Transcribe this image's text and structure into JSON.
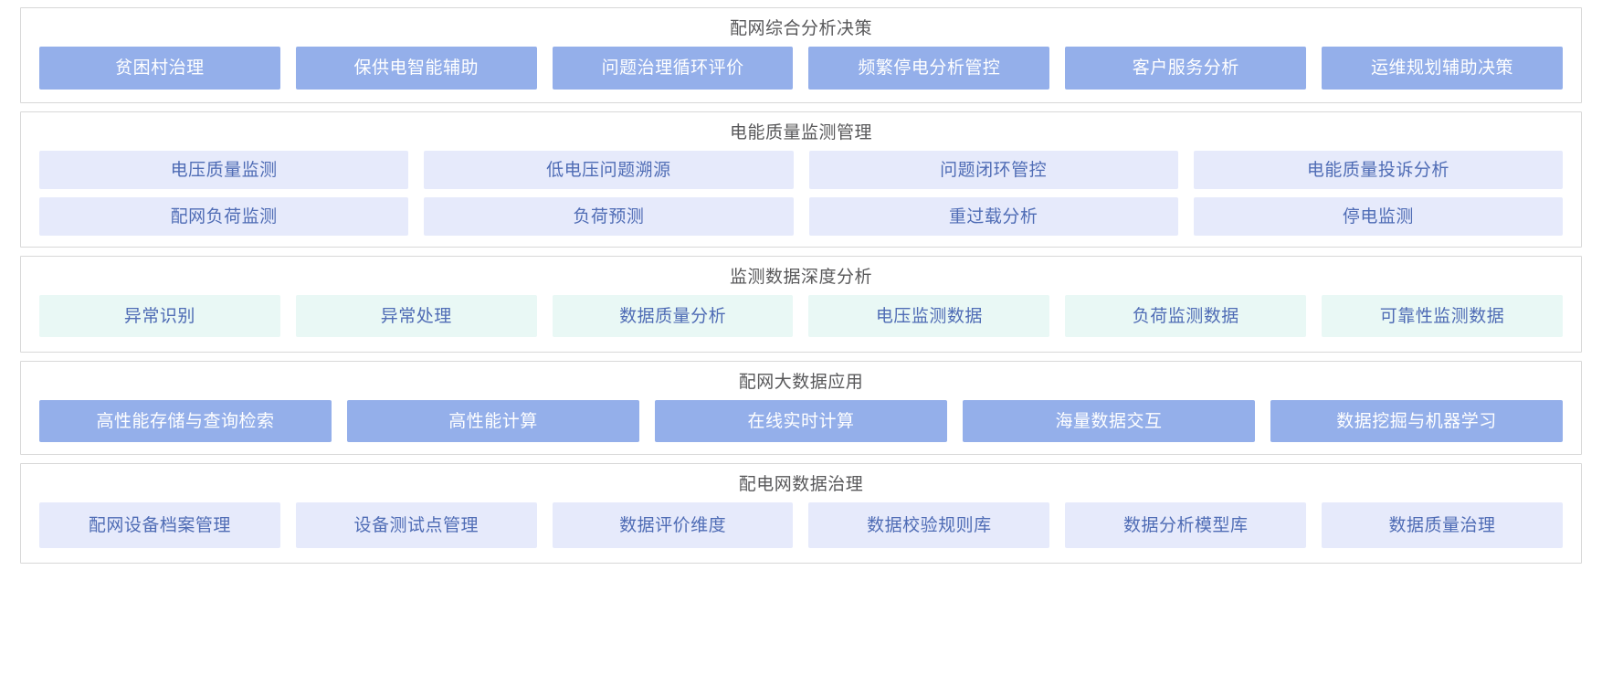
{
  "page": {
    "background": "#ffffff",
    "accent_solid": "#94afea",
    "accent_lavender": "#e6eafb",
    "accent_mint": "#e9f8f5",
    "text_on_solid": "#ffffff",
    "text_on_light": "#4f6cb5",
    "title_color": "#58585a",
    "panel_border": "#d8d8d8"
  },
  "panels": [
    {
      "title": "配网综合分析决策",
      "style": "solid",
      "rows": [
        [
          {
            "label": "贫困村治理"
          },
          {
            "label": "保供电智能辅助"
          },
          {
            "label": "问题治理循环评价"
          },
          {
            "label": "频繁停电分析管控"
          },
          {
            "label": "客户服务分析"
          },
          {
            "label": "运维规划辅助决策"
          }
        ]
      ]
    },
    {
      "title": "电能质量监测管理",
      "style": "lavender",
      "rows": [
        [
          {
            "label": "电压质量监测"
          },
          {
            "label": "低电压问题溯源"
          },
          {
            "label": "问题闭环管控"
          },
          {
            "label": "电能质量投诉分析"
          }
        ],
        [
          {
            "label": "配网负荷监测"
          },
          {
            "label": "负荷预测"
          },
          {
            "label": "重过载分析"
          },
          {
            "label": "停电监测"
          }
        ]
      ]
    },
    {
      "title": "监测数据深度分析",
      "style": "mint",
      "rows": [
        [
          {
            "label": "异常识别"
          },
          {
            "label": "异常处理"
          },
          {
            "label": "数据质量分析"
          },
          {
            "label": "电压监测数据"
          },
          {
            "label": "负荷监测数据"
          },
          {
            "label": "可靠性监测数据"
          }
        ]
      ]
    },
    {
      "title": "配网大数据应用",
      "style": "solid",
      "rows": [
        [
          {
            "label": "高性能存储与查询检索"
          },
          {
            "label": "高性能计算"
          },
          {
            "label": "在线实时计算"
          },
          {
            "label": "海量数据交互"
          },
          {
            "label": "数据挖掘与机器学习"
          }
        ]
      ]
    },
    {
      "title": "配电网数据治理",
      "style": "lavender",
      "rows": [
        [
          {
            "label": "配网设备档案管理"
          },
          {
            "label": "设备测试点管理"
          },
          {
            "label": "数据评价维度"
          },
          {
            "label": "数据校验规则库"
          },
          {
            "label": "数据分析模型库"
          },
          {
            "label": "数据质量治理"
          }
        ]
      ]
    }
  ]
}
